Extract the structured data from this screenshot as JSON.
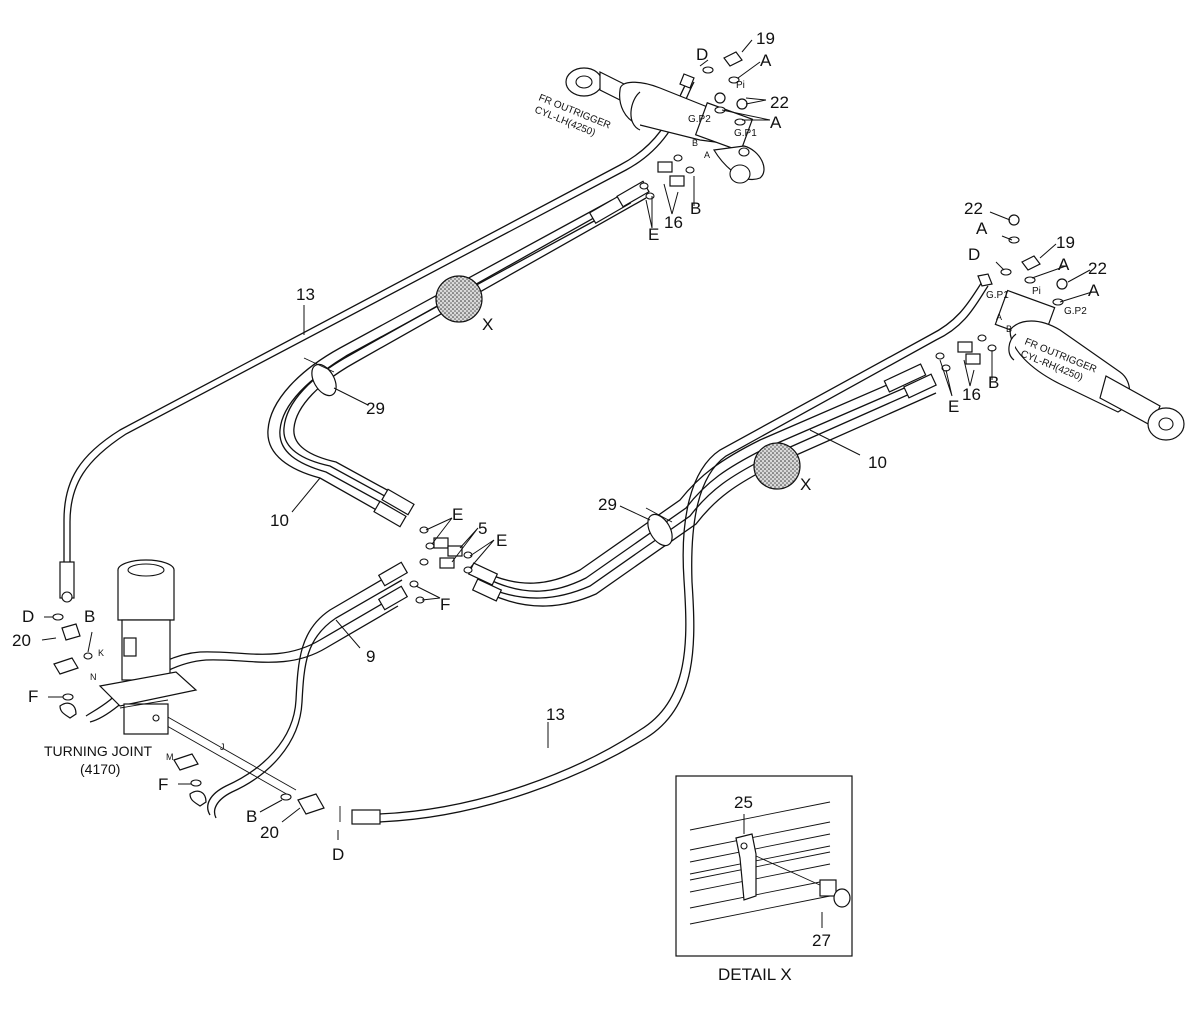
{
  "callouts": {
    "part_13_a": "13",
    "part_13_b": "13",
    "part_10_a": "10",
    "part_10_b": "10",
    "part_9": "9",
    "part_5": "5",
    "part_29_a": "29",
    "part_29_b": "29",
    "part_16_a": "16",
    "part_16_b": "16",
    "part_19_a": "19",
    "part_19_b": "19",
    "part_22_a": "22",
    "part_22_b": "22",
    "part_22_c": "22",
    "part_20_a": "20",
    "part_20_b": "20",
    "part_25": "25",
    "part_27": "27",
    "letter_A_1": "A",
    "letter_A_2": "A",
    "letter_A_3": "A",
    "letter_A_4": "A",
    "letter_A_5": "A",
    "letter_B_1": "B",
    "letter_B_2": "B",
    "letter_B_3": "B",
    "letter_B_4": "B",
    "letter_D_1": "D",
    "letter_D_2": "D",
    "letter_D_3": "D",
    "letter_D_4": "D",
    "letter_E_1": "E",
    "letter_E_2": "E",
    "letter_E_3": "E",
    "letter_E_4": "E",
    "letter_F_1": "F",
    "letter_F_2": "F",
    "letter_F_3": "F",
    "letter_X_1": "X",
    "letter_X_2": "X"
  },
  "components": {
    "lh_cylinder_line1": "FR OUTRIGGER",
    "lh_cylinder_line2": "CYL-LH(4250)",
    "rh_cylinder_line1": "FR OUTRIGGER",
    "rh_cylinder_line2": "CYL-RH(4250)",
    "turning_joint_line1": "TURNING JOINT",
    "turning_joint_line2": "(4170)",
    "detail_title": "DETAIL  X"
  },
  "port_labels": {
    "lh_pi": "Pi",
    "lh_gp2": "G.P2",
    "lh_gp1": "G.P1",
    "lh_a": "A",
    "lh_b": "B",
    "rh_pi": "Pi",
    "rh_gp1": "G.P1",
    "rh_gp2": "G.P2",
    "rh_a": "A",
    "rh_b": "B",
    "tj_k": "K",
    "tj_n": "N",
    "tj_m": "M",
    "tj_j": "J"
  }
}
